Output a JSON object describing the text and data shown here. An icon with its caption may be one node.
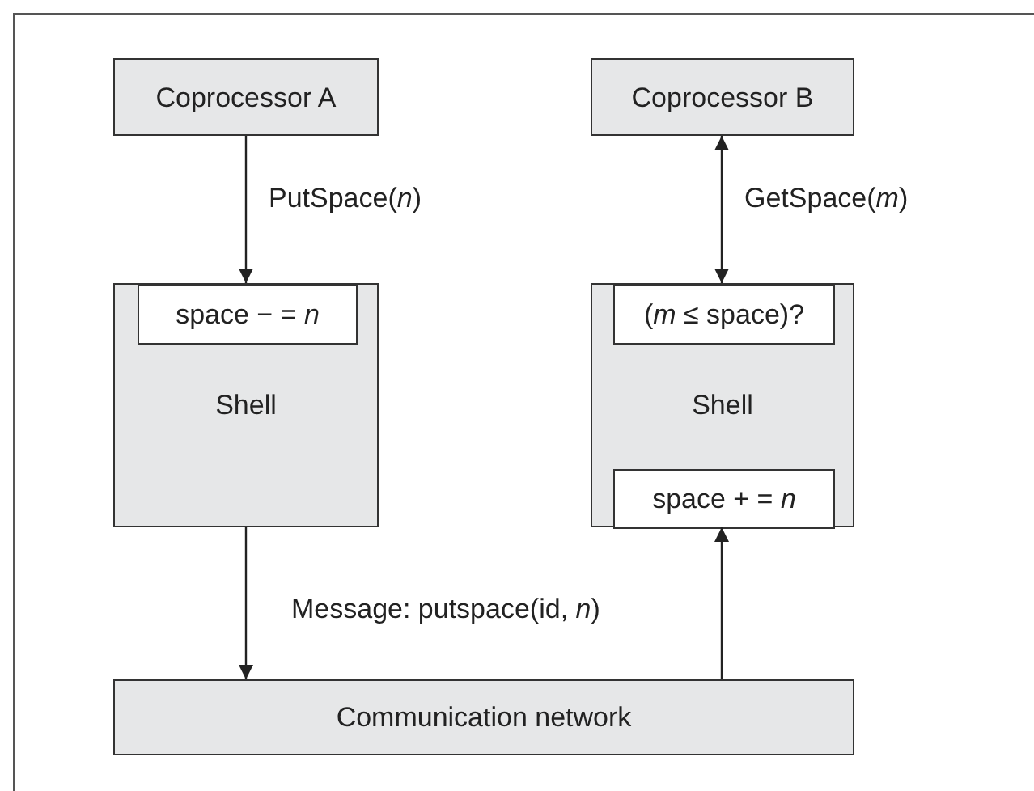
{
  "diagram": {
    "nodes": [
      {
        "text": [
          "Coprocessor A"
        ]
      },
      {
        "text": [
          "Coprocessor B"
        ]
      },
      {
        "text": [
          "Shell"
        ]
      },
      {
        "text": [
          "space − = *n*"
        ],
        "in": 2
      },
      {
        "text": [
          "Shell"
        ]
      },
      {
        "text": [
          "(*m* ≤ space)?"
        ],
        "in": 4
      },
      {
        "text": [
          "space + = *n*"
        ],
        "in": 4
      },
      {
        "text": [
          "Communication network"
        ]
      }
    ],
    "edges": [
      {
        "from": 0,
        "to": 2,
        "arrow": "to",
        "label": "PutSpace(*n*)"
      },
      {
        "from": 1,
        "to": 4,
        "arrow": "both",
        "label": "GetSpace(*m*)"
      },
      {
        "from": 2,
        "to": 7,
        "arrow": "to",
        "label": "Message: putspace(id, *n*)"
      },
      {
        "from": 7,
        "to": 4,
        "arrow": "to"
      }
    ]
  }
}
